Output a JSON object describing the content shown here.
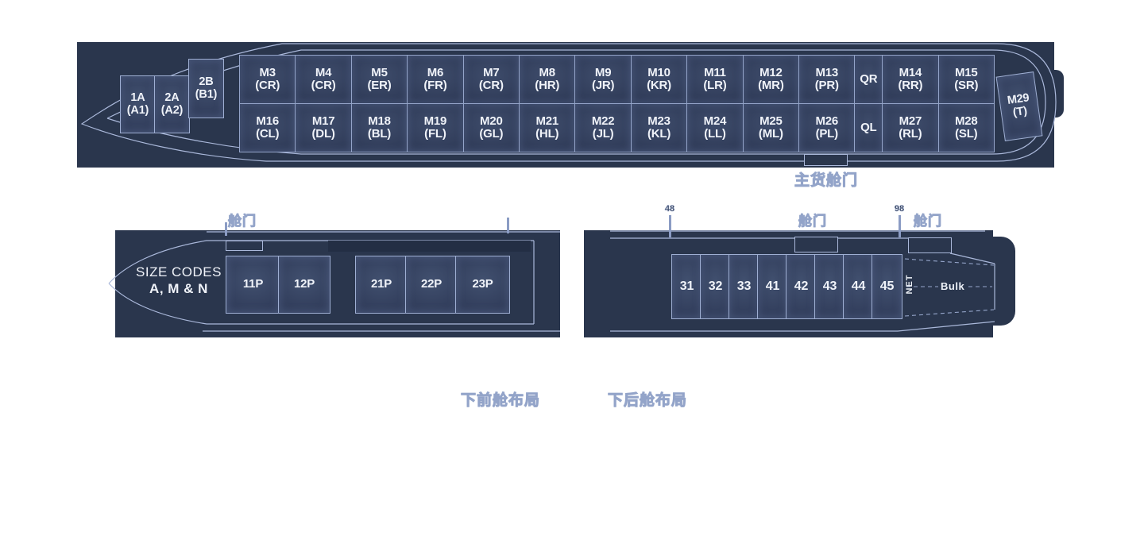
{
  "main_deck": {
    "nose_positions": [
      {
        "id": "1A",
        "code": "(A1)"
      },
      {
        "id": "2A",
        "code": "(A2)"
      },
      {
        "id": "2B",
        "code": "(B1)"
      }
    ],
    "row_right": [
      {
        "id": "M3",
        "code": "(CR)"
      },
      {
        "id": "M4",
        "code": "(CR)"
      },
      {
        "id": "M5",
        "code": "(ER)"
      },
      {
        "id": "M6",
        "code": "(FR)"
      },
      {
        "id": "M7",
        "code": "(CR)"
      },
      {
        "id": "M8",
        "code": "(HR)"
      },
      {
        "id": "M9",
        "code": "(JR)"
      },
      {
        "id": "M10",
        "code": "(KR)"
      },
      {
        "id": "M11",
        "code": "(LR)"
      },
      {
        "id": "M12",
        "code": "(MR)"
      },
      {
        "id": "M13",
        "code": "(PR)"
      },
      {
        "id": "QR",
        "code": ""
      },
      {
        "id": "M14",
        "code": "(RR)"
      },
      {
        "id": "M15",
        "code": "(SR)"
      }
    ],
    "row_left": [
      {
        "id": "M16",
        "code": "(CL)"
      },
      {
        "id": "M17",
        "code": "(DL)"
      },
      {
        "id": "M18",
        "code": "(BL)"
      },
      {
        "id": "M19",
        "code": "(FL)"
      },
      {
        "id": "M20",
        "code": "(GL)"
      },
      {
        "id": "M21",
        "code": "(HL)"
      },
      {
        "id": "M22",
        "code": "(JL)"
      },
      {
        "id": "M23",
        "code": "(KL)"
      },
      {
        "id": "M24",
        "code": "(LL)"
      },
      {
        "id": "M25",
        "code": "(ML)"
      },
      {
        "id": "M26",
        "code": "(PL)"
      },
      {
        "id": "QL",
        "code": ""
      },
      {
        "id": "M27",
        "code": "(RL)"
      },
      {
        "id": "M28",
        "code": "(SL)"
      }
    ],
    "tail_position": {
      "id": "M29",
      "code": "(T)"
    },
    "door_label": "主货舱门"
  },
  "lower_forward": {
    "door_label": "舱门",
    "size_codes_line1": "SIZE CODES",
    "size_codes_line2": "A, M & N",
    "positions": [
      "11P",
      "12P",
      "21P",
      "22P",
      "23P"
    ],
    "caption": "下前舱布局"
  },
  "lower_aft": {
    "door_label_fwd": "舱门",
    "door_label_aft": "舱门",
    "station_marker_left": "48",
    "station_marker_right": "98",
    "positions": [
      "31",
      "32",
      "33",
      "41",
      "42",
      "43",
      "44",
      "45"
    ],
    "net_label": "NET",
    "bulk_label": "Bulk",
    "caption": "下后舱布局"
  },
  "colors": {
    "hull_fill": "#2a364d",
    "outline": "#aab8da",
    "grid_line": "#94a4c9",
    "text_light": "#f0f3f9",
    "label_fill": "#2c3850",
    "label_stroke": "#93a4c9",
    "door_strip": "#232e44"
  }
}
